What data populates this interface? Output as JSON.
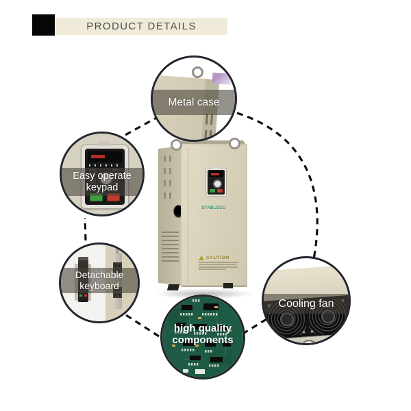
{
  "header": {
    "title": "PRODUCT DETAILS"
  },
  "product": {
    "brand": "STABLECU",
    "caution_title": "CAUTION"
  },
  "callouts": {
    "metal_case": {
      "label": "Metal case"
    },
    "easy_keypad": {
      "label": "Easy operate keypad"
    },
    "detachable_keyboard": {
      "label": "Detachable keyboard"
    },
    "cooling_fan": {
      "label": "Cooling fan"
    },
    "components": {
      "label": "high quality components"
    }
  },
  "colors": {
    "banner_bg": "#f0ead8",
    "header_block": "#060606",
    "circle_border": "#23262e",
    "label_band": "rgba(73,68,59,0.58)",
    "case_beige": "#d8d1bb",
    "pcb_green": "#1e5b44",
    "brand_green": "#2e9678",
    "run_button_green": "#3f9e3f",
    "stop_button_red": "#c03a30"
  }
}
